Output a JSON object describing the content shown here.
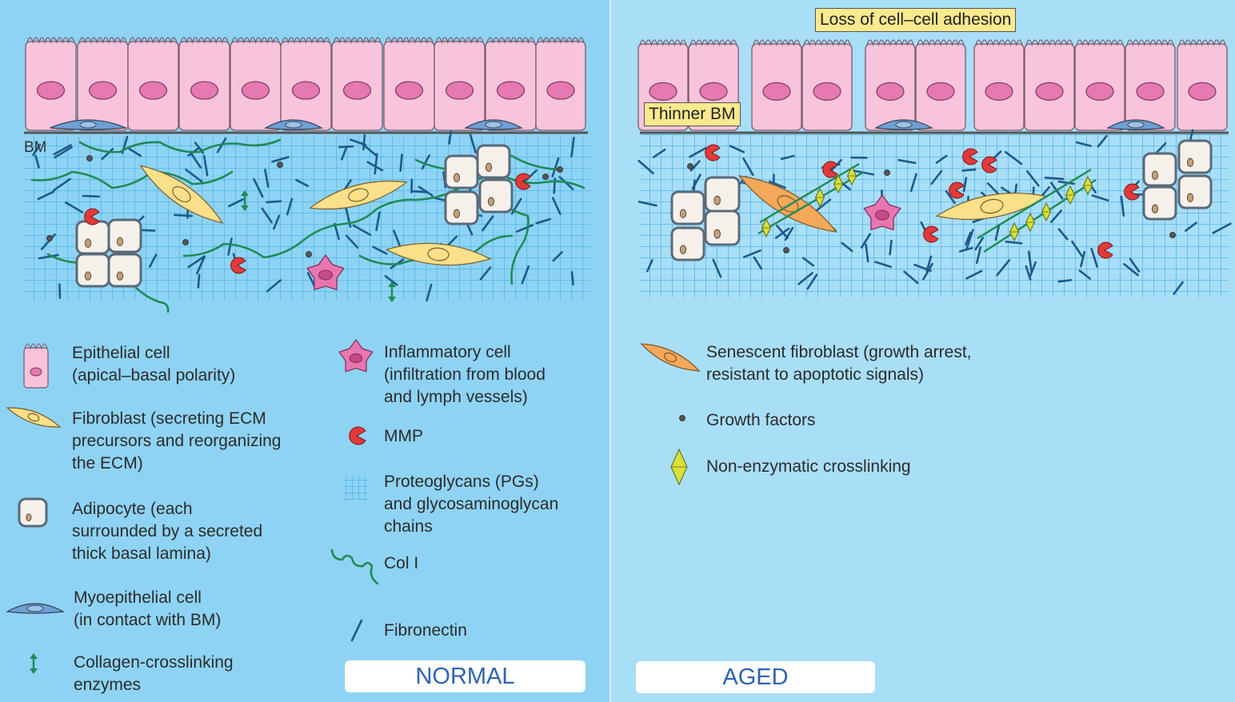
{
  "colors": {
    "normal_bg": "#8fd3f4",
    "aged_bg": "#a9def7",
    "epithelial": "#f7c4dc",
    "nucleus": "#e678b2",
    "fibroblast": "#fbe08a",
    "senescent_fibroblast": "#f5a85a",
    "collagen": "#1f8a55",
    "fibronectin": "#1d5a8a",
    "mmp": "#e23a3a",
    "crosslink": "#d8e03a",
    "label_blue": "#2e63b5",
    "tag_yellow": "#fbe98f"
  },
  "normal": {
    "bm_label": "BM",
    "panel_label": "NORMAL",
    "legend": {
      "epithelial": "Epithelial cell\n(apical–basal polarity)",
      "fibroblast": "Fibroblast (secreting ECM\nprecursors and reorganizing\nthe ECM)",
      "adipocyte": "Adipocyte (each\nsurrounded by a secreted\nthick basal lamina)",
      "myoepithelial": "Myoepithelial cell\n(in contact with BM)",
      "crosslinking": "Collagen-crosslinking\nenzymes",
      "inflammatory": "Inflammatory cell\n(infiltration from blood\nand lymph vessels)",
      "mmp": "MMP",
      "proteoglycans": "Proteoglycans (PGs)\nand glycosaminoglycan\nchains",
      "col1": "Col I",
      "fibronectin": "Fibronectin"
    }
  },
  "aged": {
    "loss_adhesion": "Loss of cell–cell adhesion",
    "thinner_bm": "Thinner BM",
    "panel_label": "AGED",
    "legend": {
      "senescent": "Senescent fibroblast (growth arrest,\nresistant to apoptotic signals)",
      "growth_factors": "Growth factors",
      "non_enzymatic": "Non-enzymatic crosslinking"
    }
  }
}
